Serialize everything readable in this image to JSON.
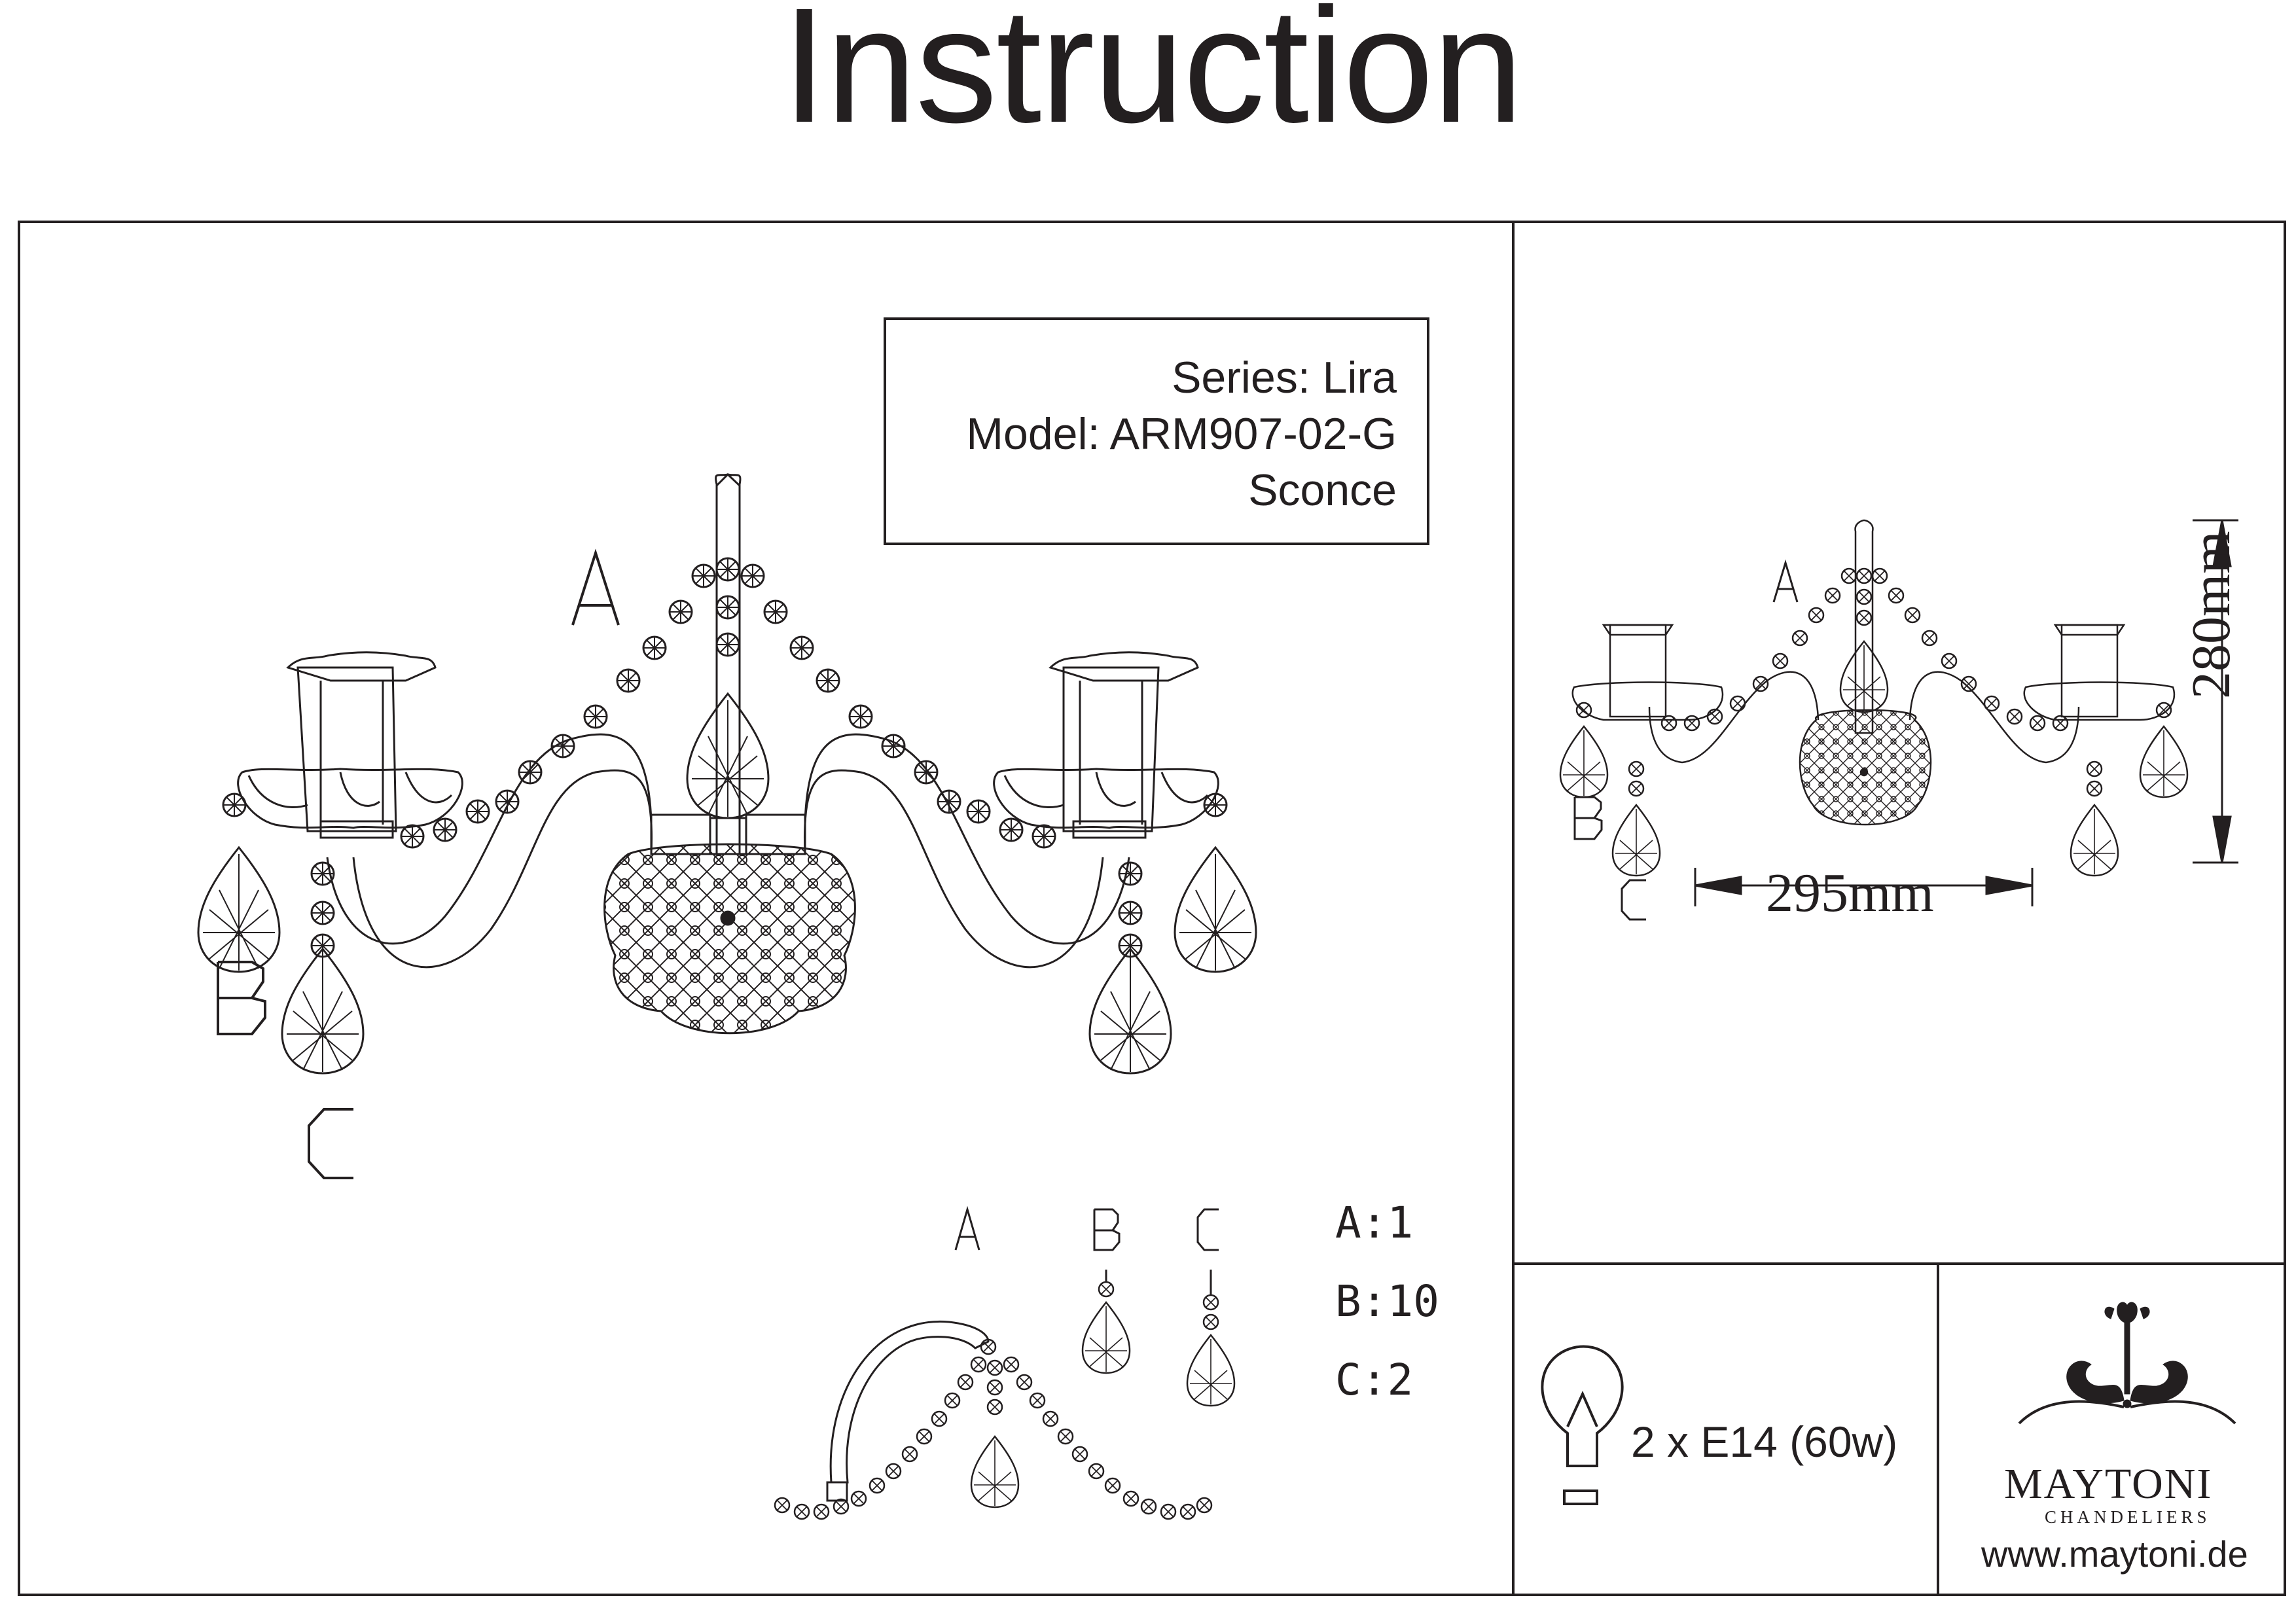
{
  "header": {
    "title": "Instruction"
  },
  "info_box": {
    "series": "Series: Lira",
    "model": "Model: ARM907-02-G",
    "type": "Sconce"
  },
  "parts": {
    "labels": [
      "A",
      "B",
      "C"
    ],
    "counts": [
      "A:1",
      "B:10",
      "C:2"
    ]
  },
  "dimensions": {
    "width": "295mm",
    "height": "280mm"
  },
  "lamp": {
    "spec": "2 x E14 (60w)",
    "icon": "bulb-icon"
  },
  "brand": {
    "name": "MAYTONI",
    "subtitle": "CHANDELIERS",
    "url": "www.maytoni.de",
    "logo": "ornament-logo"
  },
  "colors": {
    "ink": "#231f20",
    "background": "#ffffff"
  }
}
